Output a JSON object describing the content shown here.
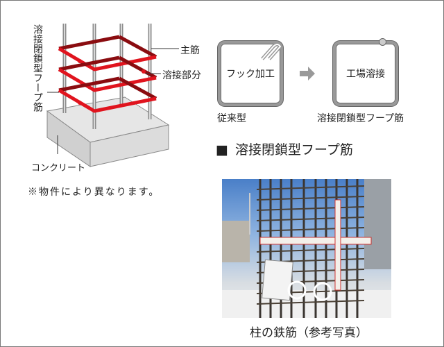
{
  "diagram": {
    "vertical_label": "溶接閉鎖型フープ筋",
    "label_main_rebar": "主筋",
    "label_weld_part": "溶接部分",
    "label_concrete": "コンクリート",
    "colors": {
      "hoop": "#e0141e",
      "hoop_dark": "#8a0c10",
      "rebar": "#b8b8b8",
      "concrete": "#d4d4d4"
    }
  },
  "comparison": {
    "conventional_box_text": "フック加工",
    "conventional_caption": "従来型",
    "welded_box_text": "工場溶接",
    "welded_caption": "溶接閉鎖型フープ筋",
    "arrow_icon": "right-arrow"
  },
  "section_title": {
    "marker": "■",
    "text": "溶接閉鎖型フープ筋"
  },
  "note": "※物件により異なります。",
  "photo": {
    "caption": "柱の鉄筋（参考写真）"
  }
}
